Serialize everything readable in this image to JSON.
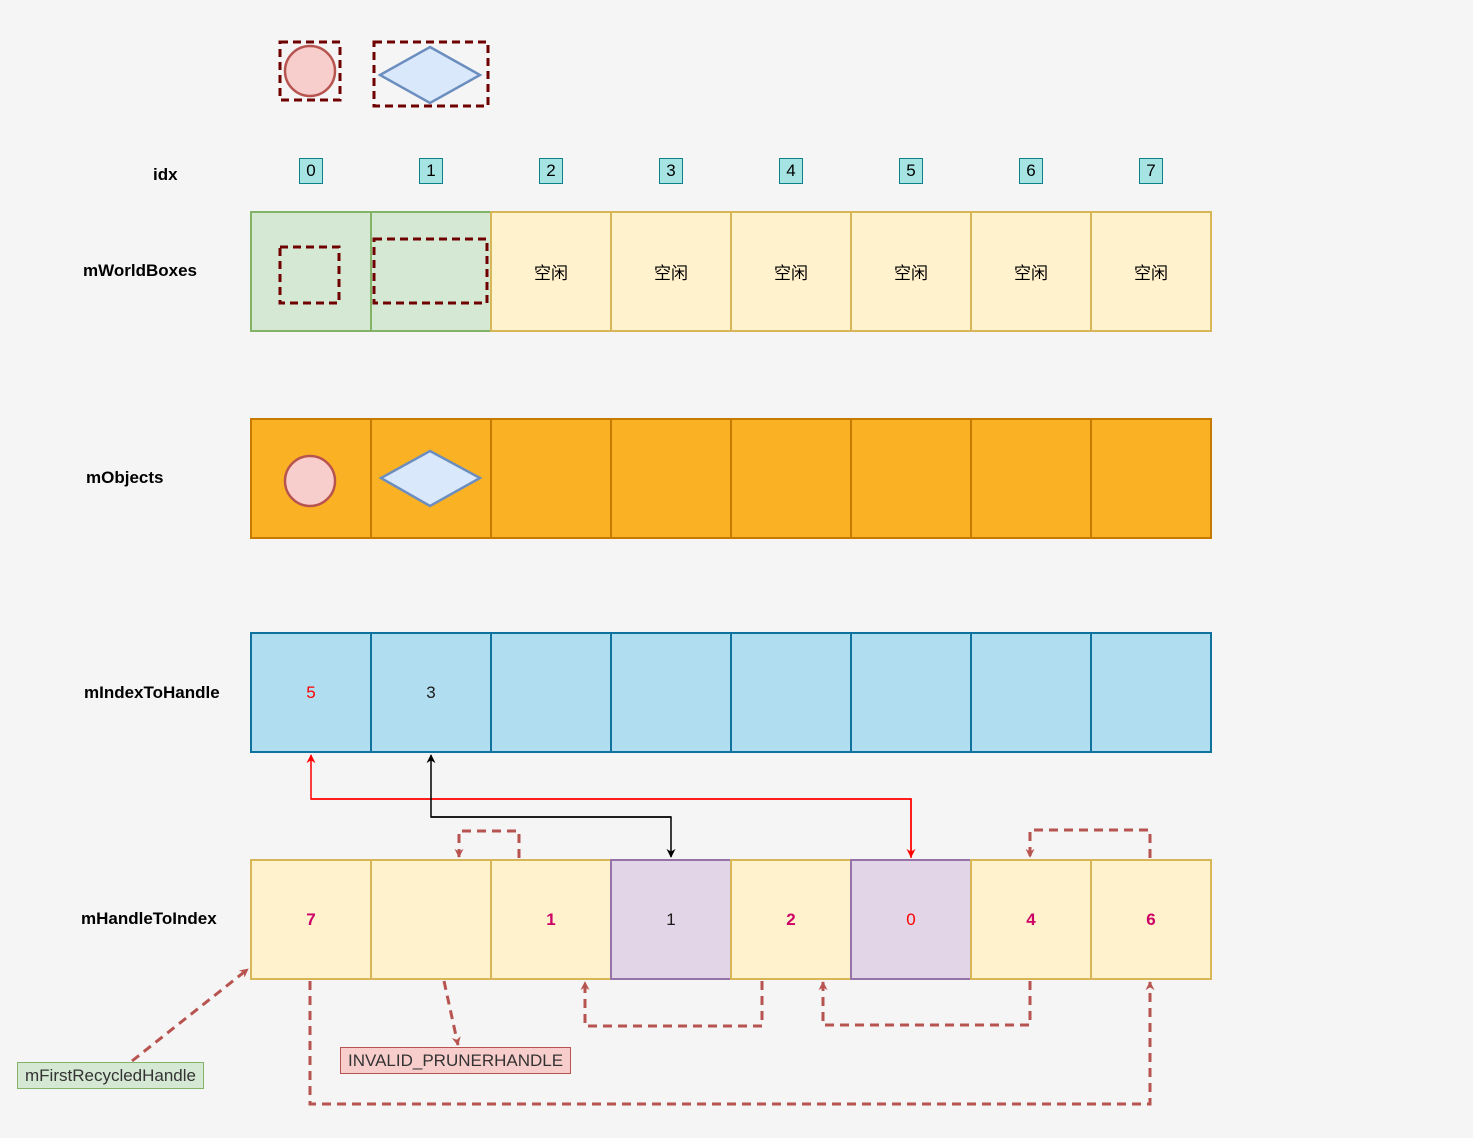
{
  "labels": {
    "idx": "idx",
    "world_boxes": "mWorldBoxes",
    "objects": "mObjects",
    "index_to_handle": "mIndexToHandle",
    "handle_to_index": "mHandleToIndex"
  },
  "idx_values": [
    "0",
    "1",
    "2",
    "3",
    "4",
    "5",
    "6",
    "7"
  ],
  "world_boxes": [
    "",
    "",
    "空闲",
    "空闲",
    "空闲",
    "空闲",
    "空闲",
    "空闲"
  ],
  "objects": [
    "circle",
    "diamond",
    "",
    "",
    "",
    "",
    "",
    ""
  ],
  "index_to_handle": [
    "5",
    "3",
    "",
    "",
    "",
    "",
    "",
    ""
  ],
  "handle_to_index": [
    "7",
    "",
    "1",
    "1",
    "2",
    "0",
    "4",
    "6"
  ],
  "tags": {
    "first_recycled": "mFirstRecycledHandle",
    "invalid": "INVALID_PRUNERHANDLE"
  },
  "colors": {
    "background": "#f5f5f5",
    "world_used_fill": "#d5e8d4",
    "world_used_stroke": "#82b366",
    "world_free_fill": "#fff2cc",
    "world_free_stroke": "#d6b656",
    "objects_fill": "#fab224",
    "objects_stroke": "#c77a00",
    "index_fill": "#b1ddf0",
    "index_stroke": "#10739e",
    "handle_selected_fill": "#e1d5e7",
    "handle_selected_stroke": "#9673a6",
    "circle_fill": "#f8cecc",
    "circle_stroke": "#b85450",
    "diamond_fill": "#dae8fc",
    "diamond_stroke": "#6c8ebf",
    "recycle_link": "#b85450",
    "dashed_box": "#6f0000",
    "handle_text": "#cc0066",
    "red_arrow": "#ff0000",
    "black_arrow": "#000000"
  }
}
